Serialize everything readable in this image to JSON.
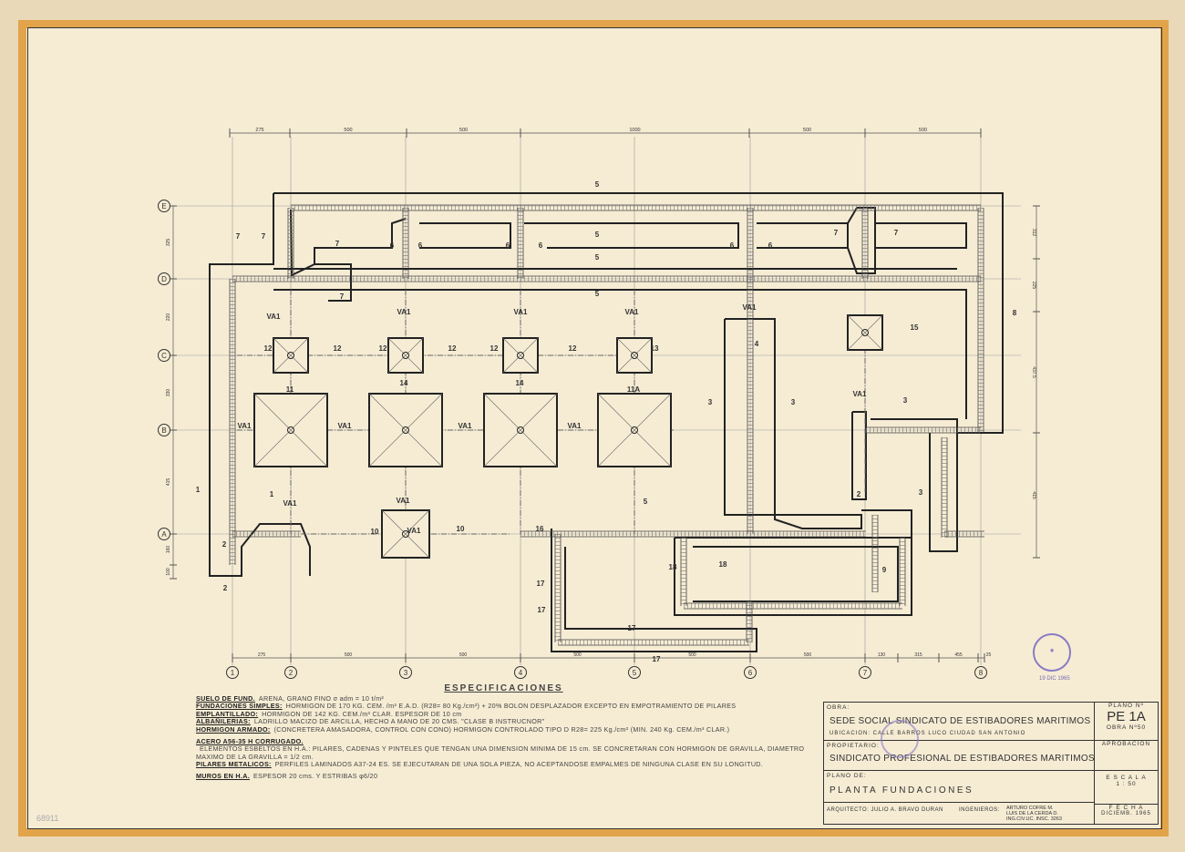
{
  "grid": {
    "columns": [
      "1",
      "2",
      "3",
      "4",
      "5",
      "6",
      "7",
      "8"
    ],
    "rows": [
      "E",
      "D",
      "C",
      "B",
      "A"
    ],
    "top_dims": [
      "275",
      "500",
      "500",
      "1000",
      "500",
      "500"
    ],
    "bottom_dims": [
      "275",
      "500",
      "500",
      "500",
      "500",
      "500",
      "130",
      "315",
      "455",
      "25"
    ],
    "left_dims": [
      "325",
      "220",
      "330",
      "415",
      "160",
      "100"
    ],
    "right_dims": [
      "312",
      "225",
      "437.5",
      "415"
    ]
  },
  "plan_labels": [
    "5",
    "5",
    "5",
    "5",
    "7",
    "7",
    "7",
    "7",
    "6",
    "6",
    "6",
    "6",
    "6",
    "6",
    "7",
    "7",
    "15",
    "8",
    "12",
    "12",
    "12",
    "12",
    "12",
    "12",
    "13",
    "VA1",
    "VA1",
    "VA1",
    "VA1",
    "VA1",
    "VA1",
    "VA1",
    "VA1",
    "VA1",
    "VA1",
    "VA1",
    "11",
    "14",
    "14",
    "11A",
    "3",
    "3",
    "4",
    "1",
    "1",
    "2",
    "2",
    "10",
    "10",
    "5",
    "16",
    "17",
    "17",
    "17",
    "17",
    "18",
    "18",
    "9",
    "3",
    "3",
    "2",
    "VA1",
    "VA1"
  ],
  "specs": {
    "title": "ESPECIFICACIONES",
    "lines": [
      {
        "label": "SUELO DE FUND.",
        "text": "ARENA, GRANO FINO  σ adm = 10 t/m²"
      },
      {
        "label": "FUNDACIONES SIMPLES:",
        "text": "HORMIGON DE 170 KG. CEM. /m³ E.A.D. (R28= 80 Kg./cm²) + 20% BOLON DESPLAZADOR EXCEPTO EN EMPOTRAMIENTO DE PILARES"
      },
      {
        "label": "EMPLANTILLADO:",
        "text": "HORMIGON DE 142 KG. CEM./m³ CLAR. ESPESOR DE 10 cm"
      },
      {
        "label": "ALBAÑILERIAS:",
        "text": "LADRILLO MACIZO DE ARCILLA, HECHO A MANO DE 20 CMS. \"CLASE B INSTRUCNOR\""
      },
      {
        "label": "HORMIGON ARMADO:",
        "text": "(CONCRETERA AMASADORA, CONTROL CON CONO) HORMIGON CONTROLADO TIPO D  R28= 225 Kg./cm² (MIN. 240 Kg. CEM./m³ CLAR.)"
      },
      {
        "label": "ACERO A56-35 H CORRUGADO.",
        "text": ""
      },
      {
        "label": "",
        "text": "ELEMENTOS ESBELTOS EN H.A.: PILARES, CADENAS Y PINTELES QUE TENGAN UNA DIMENSION MINIMA DE 15 cm. SE CONCRETARAN CON HORMIGON DE GRAVILLA, DIAMETRO MAXIMO DE LA GRAVILLA = 1/2 cm."
      },
      {
        "label": "PILARES METALICOS:",
        "text": "PERFILES LAMINADOS A37-24 ES. SE EJECUTARAN DE UNA SOLA PIEZA, NO ACEPTANDOSE EMPALMES DE NINGUNA CLASE EN SU LONGITUD."
      },
      {
        "label": "MUROS EN H.A.",
        "text": "ESPESOR 20 cms. Y ESTRIBAS φ6/20"
      }
    ]
  },
  "title_block": {
    "obra_label": "OBRA:",
    "obra": "SEDE SOCIAL SINDICATO DE ESTIBADORES MARITIMOS",
    "ubicacion": "UBICACION:  CALLE  BARROS LUCO        CIUDAD SAN ANTONIO",
    "propietario_label": "PROPIETARIO:",
    "propietario": "SINDICATO  PROFESIONAL  DE  ESTIBADORES MARITIMOS",
    "plano_label": "PLANO DE:",
    "plano": "PLANTA   FUNDACIONES",
    "arquitecto": "ARQUITECTO:  JULIO A. BRAVO DURAN",
    "ingenieros_label": "INGENIEROS:",
    "ingenieros": [
      "ARTURO COFRE M.",
      "LUIS DE LA CERDA D.",
      "ING.CIV.UC. INSC. 3263"
    ],
    "plano_n_label": "PLANO  Nº",
    "plano_n": "PE 1A",
    "obra_n": "OBRA  Nº50",
    "aprobacion_label": "APROBACION",
    "escala_label": "E S C A L A",
    "escala": "1 : 50",
    "fecha_label": "F E C H A",
    "fecha": "DICIEMB. 1965"
  },
  "stamp_date": "19 DIC 1965",
  "catalog_mark": "68911"
}
